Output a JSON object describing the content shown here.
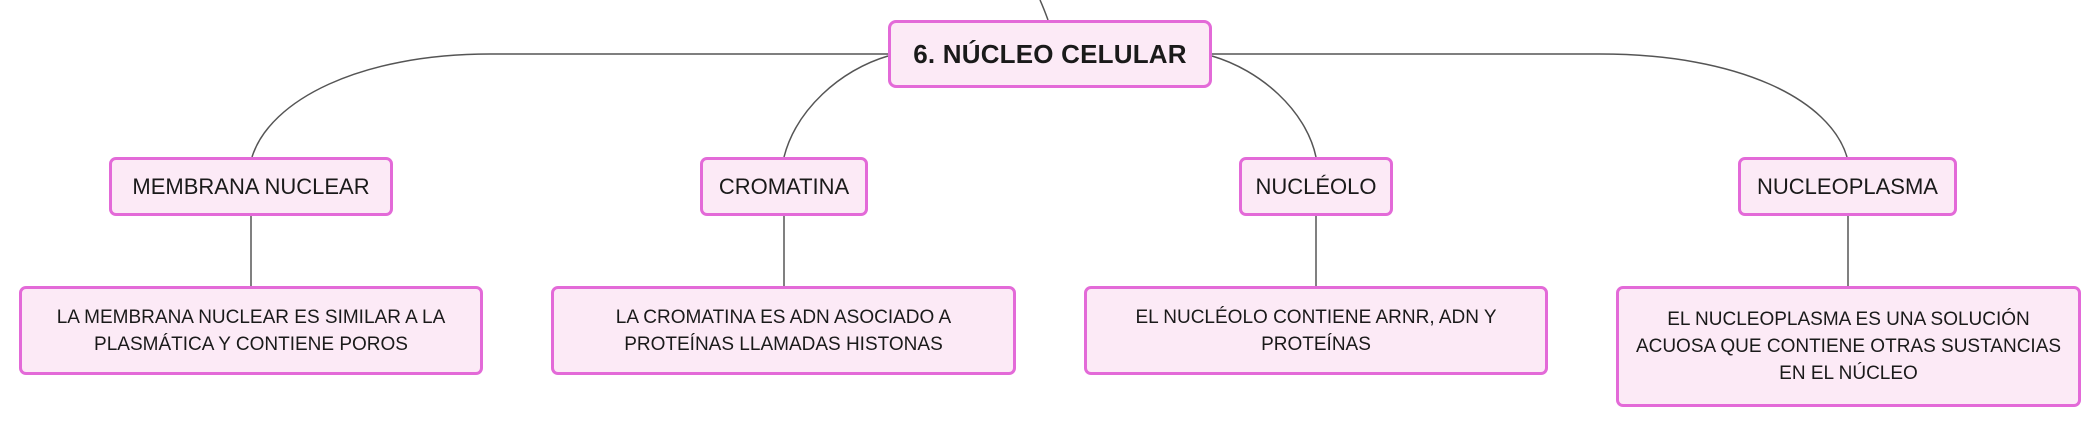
{
  "map": {
    "root": {
      "label": "6. NÚCLEO CELULAR"
    },
    "topics": [
      {
        "label": "MEMBRANA NUCLEAR",
        "detail": "LA MEMBRANA NUCLEAR ES SIMILAR A LA PLASMÁTICA Y CONTIENE POROS"
      },
      {
        "label": "CROMATINA",
        "detail": "LA CROMATINA ES ADN ASOCIADO A PROTEÍNAS LLAMADAS HISTONAS"
      },
      {
        "label": "NUCLÉOLO",
        "detail": "EL NUCLÉOLO CONTIENE ARNR, ADN Y PROTEÍNAS"
      },
      {
        "label": "NUCLEOPLASMA",
        "detail": "EL NUCLEOPLASMA ES UNA SOLUCIÓN ACUOSA QUE CONTIENE OTRAS SUSTANCIAS EN EL NÚCLEO"
      }
    ],
    "colors": {
      "node_fill": "#fceaf6",
      "node_border": "#e36ad8",
      "connector": "#555555"
    }
  }
}
